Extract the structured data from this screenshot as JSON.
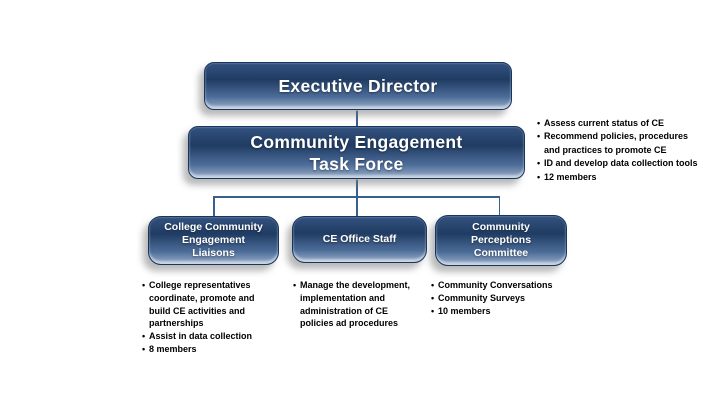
{
  "bullet": "•",
  "colors": {
    "box_gradient_top": "#33527f",
    "box_gradient_mid": "#203c63",
    "box_gradient_bottom": "#99adc8",
    "box_border": "#17365d",
    "box_text": "#ffffff",
    "connector_line": "#36618f",
    "note_text": "#000000",
    "background": "#ffffff"
  },
  "nodes": {
    "executive": {
      "label": "Executive Director"
    },
    "task_force": {
      "label": "Community Engagement\nTask Force"
    },
    "liaisons": {
      "label": "College Community\nEngagement\nLiaisons"
    },
    "office_staff": {
      "label": "CE Office Staff"
    },
    "perceptions": {
      "label": "Community\nPerceptions\nCommittee"
    }
  },
  "notes": {
    "task_force": [
      "Assess current status of CE",
      "Recommend policies, procedures\nand practices to promote CE",
      "ID and develop data collection tools",
      "12 members"
    ],
    "liaisons": [
      "College representatives\ncoordinate, promote and\nbuild CE activities and\npartnerships",
      "Assist in data collection",
      "8 members"
    ],
    "office_staff": [
      "Manage the development,\nimplementation and\nadministration of CE\npolicies ad procedures"
    ],
    "perceptions": [
      "Community Conversations",
      "Community Surveys",
      "10 members"
    ]
  }
}
